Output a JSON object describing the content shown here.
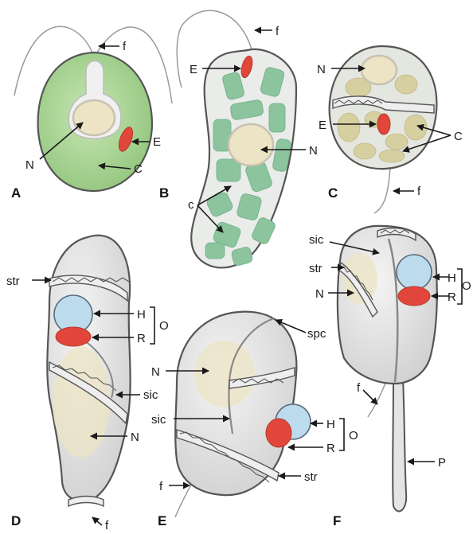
{
  "panels": {
    "A": {
      "letter": "A",
      "f": "f",
      "N": "N",
      "E": "E",
      "C": "C"
    },
    "B": {
      "letter": "B",
      "f": "f",
      "E": "E",
      "N": "N",
      "c": "c"
    },
    "C": {
      "letter": "C",
      "N": "N",
      "E": "E",
      "C": "C",
      "f": "f"
    },
    "D": {
      "letter": "D",
      "str": "str",
      "H": "H",
      "R": "R",
      "O": "O",
      "sic": "sic",
      "N": "N",
      "f": "f"
    },
    "E": {
      "letter": "E",
      "spc": "spc",
      "N": "N",
      "sic": "sic",
      "H": "H",
      "R": "R",
      "O": "O",
      "f": "f",
      "str": "str"
    },
    "F": {
      "letter": "F",
      "sic": "sic",
      "str": "str",
      "N": "N",
      "H": "H",
      "R": "R",
      "O": "O",
      "f": "f",
      "P": "P"
    }
  },
  "colors": {
    "green_chloroplast": "#8cc49e",
    "yellow_chloroplast": "#d6cfa0",
    "nucleus": "#ece4c4",
    "eyespot": "#e2463a",
    "haptor": "#bcdcee",
    "cell_body": "#e6e6e6"
  }
}
